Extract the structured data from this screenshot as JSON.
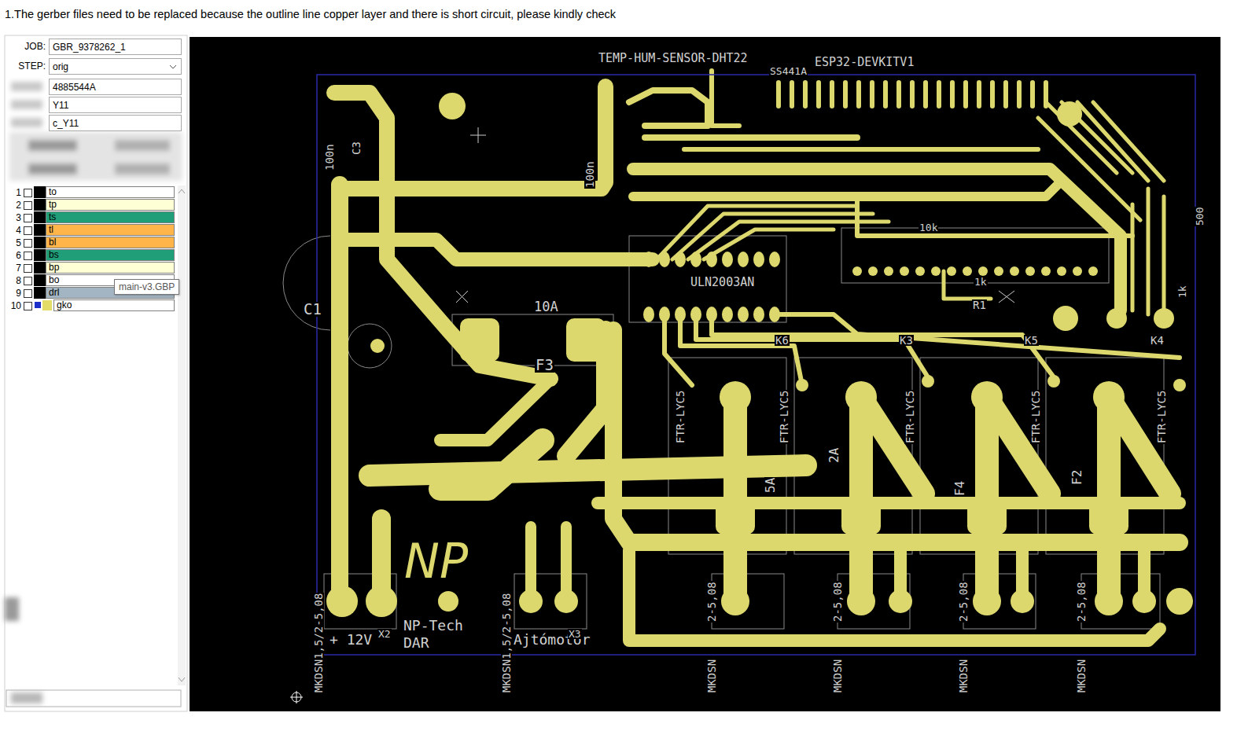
{
  "diagram": {
    "title": "1.The gerber files need to be replaced because the outline line copper layer and there is short circuit, please kindly check",
    "nodes": [
      {
        "text": [
          "JOB:",
          "GBR_9378262_1"
        ]
      },
      {
        "text": [
          "STEP:",
          "orig"
        ]
      },
      {
        "text": [
          "4885544A"
        ]
      },
      {
        "text": [
          "Y11"
        ]
      },
      {
        "text": [
          "c_Y11"
        ]
      },
      {
        "text": [
          "1",
          "to"
        ]
      },
      {
        "text": [
          "2",
          "tp"
        ]
      },
      {
        "text": [
          "3",
          "ts"
        ]
      },
      {
        "text": [
          "4",
          "tl"
        ]
      },
      {
        "text": [
          "5",
          "bl"
        ]
      },
      {
        "text": [
          "6",
          "bs"
        ]
      },
      {
        "text": [
          "7",
          "bp"
        ]
      },
      {
        "text": [
          "8",
          "bo"
        ]
      },
      {
        "text": [
          "9",
          "drl"
        ]
      },
      {
        "text": [
          "10",
          "gko"
        ]
      },
      {
        "text": [
          "main-v3.GBP"
        ]
      }
    ],
    "labels": [
      "TEMP-HUM-SENSOR-DHT22",
      "ESP32-DEVKITV1",
      "SS441A",
      "100n",
      "C3",
      "100n",
      "ULN2003AN",
      "10A",
      "F3",
      "C1",
      "K6",
      "K3",
      "K5",
      "K4",
      "R1",
      "1k",
      "10k",
      "FTR-LYC5",
      "FTR-LYC5",
      "FTR-LYC5",
      "FTR-LYC5",
      "FTR-LYC5",
      "2A",
      "5A",
      "F4",
      "F2",
      "NP",
      "NP-Tech",
      "DAR",
      "+ 12V",
      "X2",
      "MKDSN1,5/2-5,08",
      "MKDSN1,5/2-5,08",
      "Ajtómotor",
      "X3",
      "2-5,08",
      "2-5,08",
      "2-5,08",
      "2-5,08",
      "MKDSN",
      "MKDSN",
      "MKDSN",
      "MKDSN",
      "500",
      "1k"
    ]
  }
}
